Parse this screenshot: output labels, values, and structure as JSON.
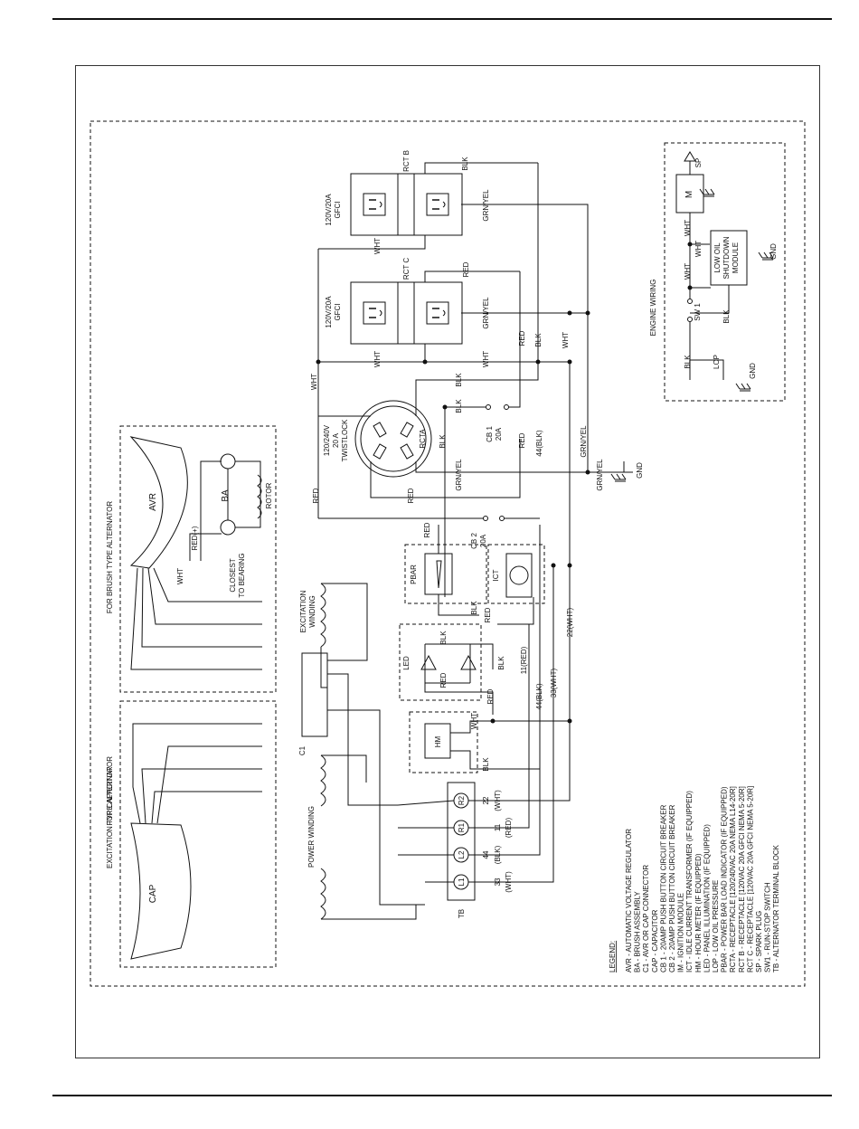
{
  "labels": {
    "for_capacitor": "FOR CAPACITOR",
    "excitation_type_alternator": "EXCITATION TYPE ALTERNATOR",
    "for_brush_type_alternator": "FOR BRUSH TYPE ALTERNATOR",
    "cap": "CAP",
    "avr": "AVR",
    "ba": "BA",
    "rotor": "ROTOR",
    "red_plus": "RED(+)",
    "wht": "WHT",
    "closest_to_bearing_1": "CLOSEST",
    "closest_to_bearing_2": "TO BEARING",
    "excitation_winding_1": "EXCITATION",
    "excitation_winding_2": "WINDING",
    "power_winding": "POWER WINDING",
    "c1": "C1",
    "tb": "TB",
    "term_l1": "L1",
    "term_l2": "L2",
    "term_r1": "R1",
    "term_r2": "R2",
    "w33": "33",
    "w33c": "(WHT)",
    "w44": "44",
    "w44c": "(BLK)",
    "w11": "11",
    "w11c": "(RED)",
    "w22": "22",
    "w22c": "(WHT)",
    "hm": "HM",
    "led": "LED",
    "pbar": "PBAR",
    "ict": "ICT",
    "cb2": "CB 2",
    "cb2a": "20A",
    "cb1": "CB 1",
    "cb1a": "20A",
    "twist_1": "120/240V",
    "twist_2": "20 A",
    "twist_3": "TWISTLOCK",
    "rcta": "RCTA",
    "gfci_v": "120V/20A",
    "gfci": "GFCI",
    "rct_b": "RCT B",
    "rct_c": "RCT C",
    "red": "RED",
    "blk": "BLK",
    "grnyel": "GRN/YEL",
    "gnd": "GND",
    "w33wht": "33(WHT)",
    "w44blk": "44(BLK)",
    "w11red": "11(RED)",
    "w22wht": "22(WHT)",
    "engine_wiring": "ENGINE WIRING",
    "m": "M",
    "sp": "SP",
    "sw1": "SW 1",
    "lop": "LOP",
    "los_1": "LOW OIL",
    "los_2": "SHUTDOWN",
    "los_3": "MODULE"
  },
  "legend": {
    "title": "LEGEND:",
    "items": [
      "AVR - AUTOMATIC VOLTAGE REGULATOR",
      "BA - BRUSH ASSEMBLY",
      "C1 - AVR OR CAP CONNECTOR",
      "CAP - CAPACITOR",
      "CB 1 - 20AMP PUSH BUTTON CIRCUIT BREAKER",
      "CB 2 - 20AMP PUSH BUTTON CIRCUIT BREAKER",
      "IM - IGNITION MODULE",
      "ICT - IDLE CURRENT TRANSFORMER (IF EQUIPPED)",
      "HM - HOUR METER (IF EQUIPPED)",
      "LED - PANEL ILLUMINATION (IF EQUIPPED)",
      "LOP - LOW OIL PRESSURE",
      "PBAR - POWER BAR LOAD INDICATOR (IF EQUIPPED)",
      "RCTA - RECEPTACLE [120/240VAC 20A NEMA L14-20R]",
      "RCT B - RECEPTACLE [120VAC 20A GFCI NEMA 5-20R]",
      "RCT C - RECEPTACLE [120VAC 20A GFCI NEMA 5-20R]",
      "SP - SPARK PLUG",
      "SW1 - RUN-STOP SWITCH",
      "TB - ALTERNATOR TERMINAL BLOCK"
    ]
  }
}
